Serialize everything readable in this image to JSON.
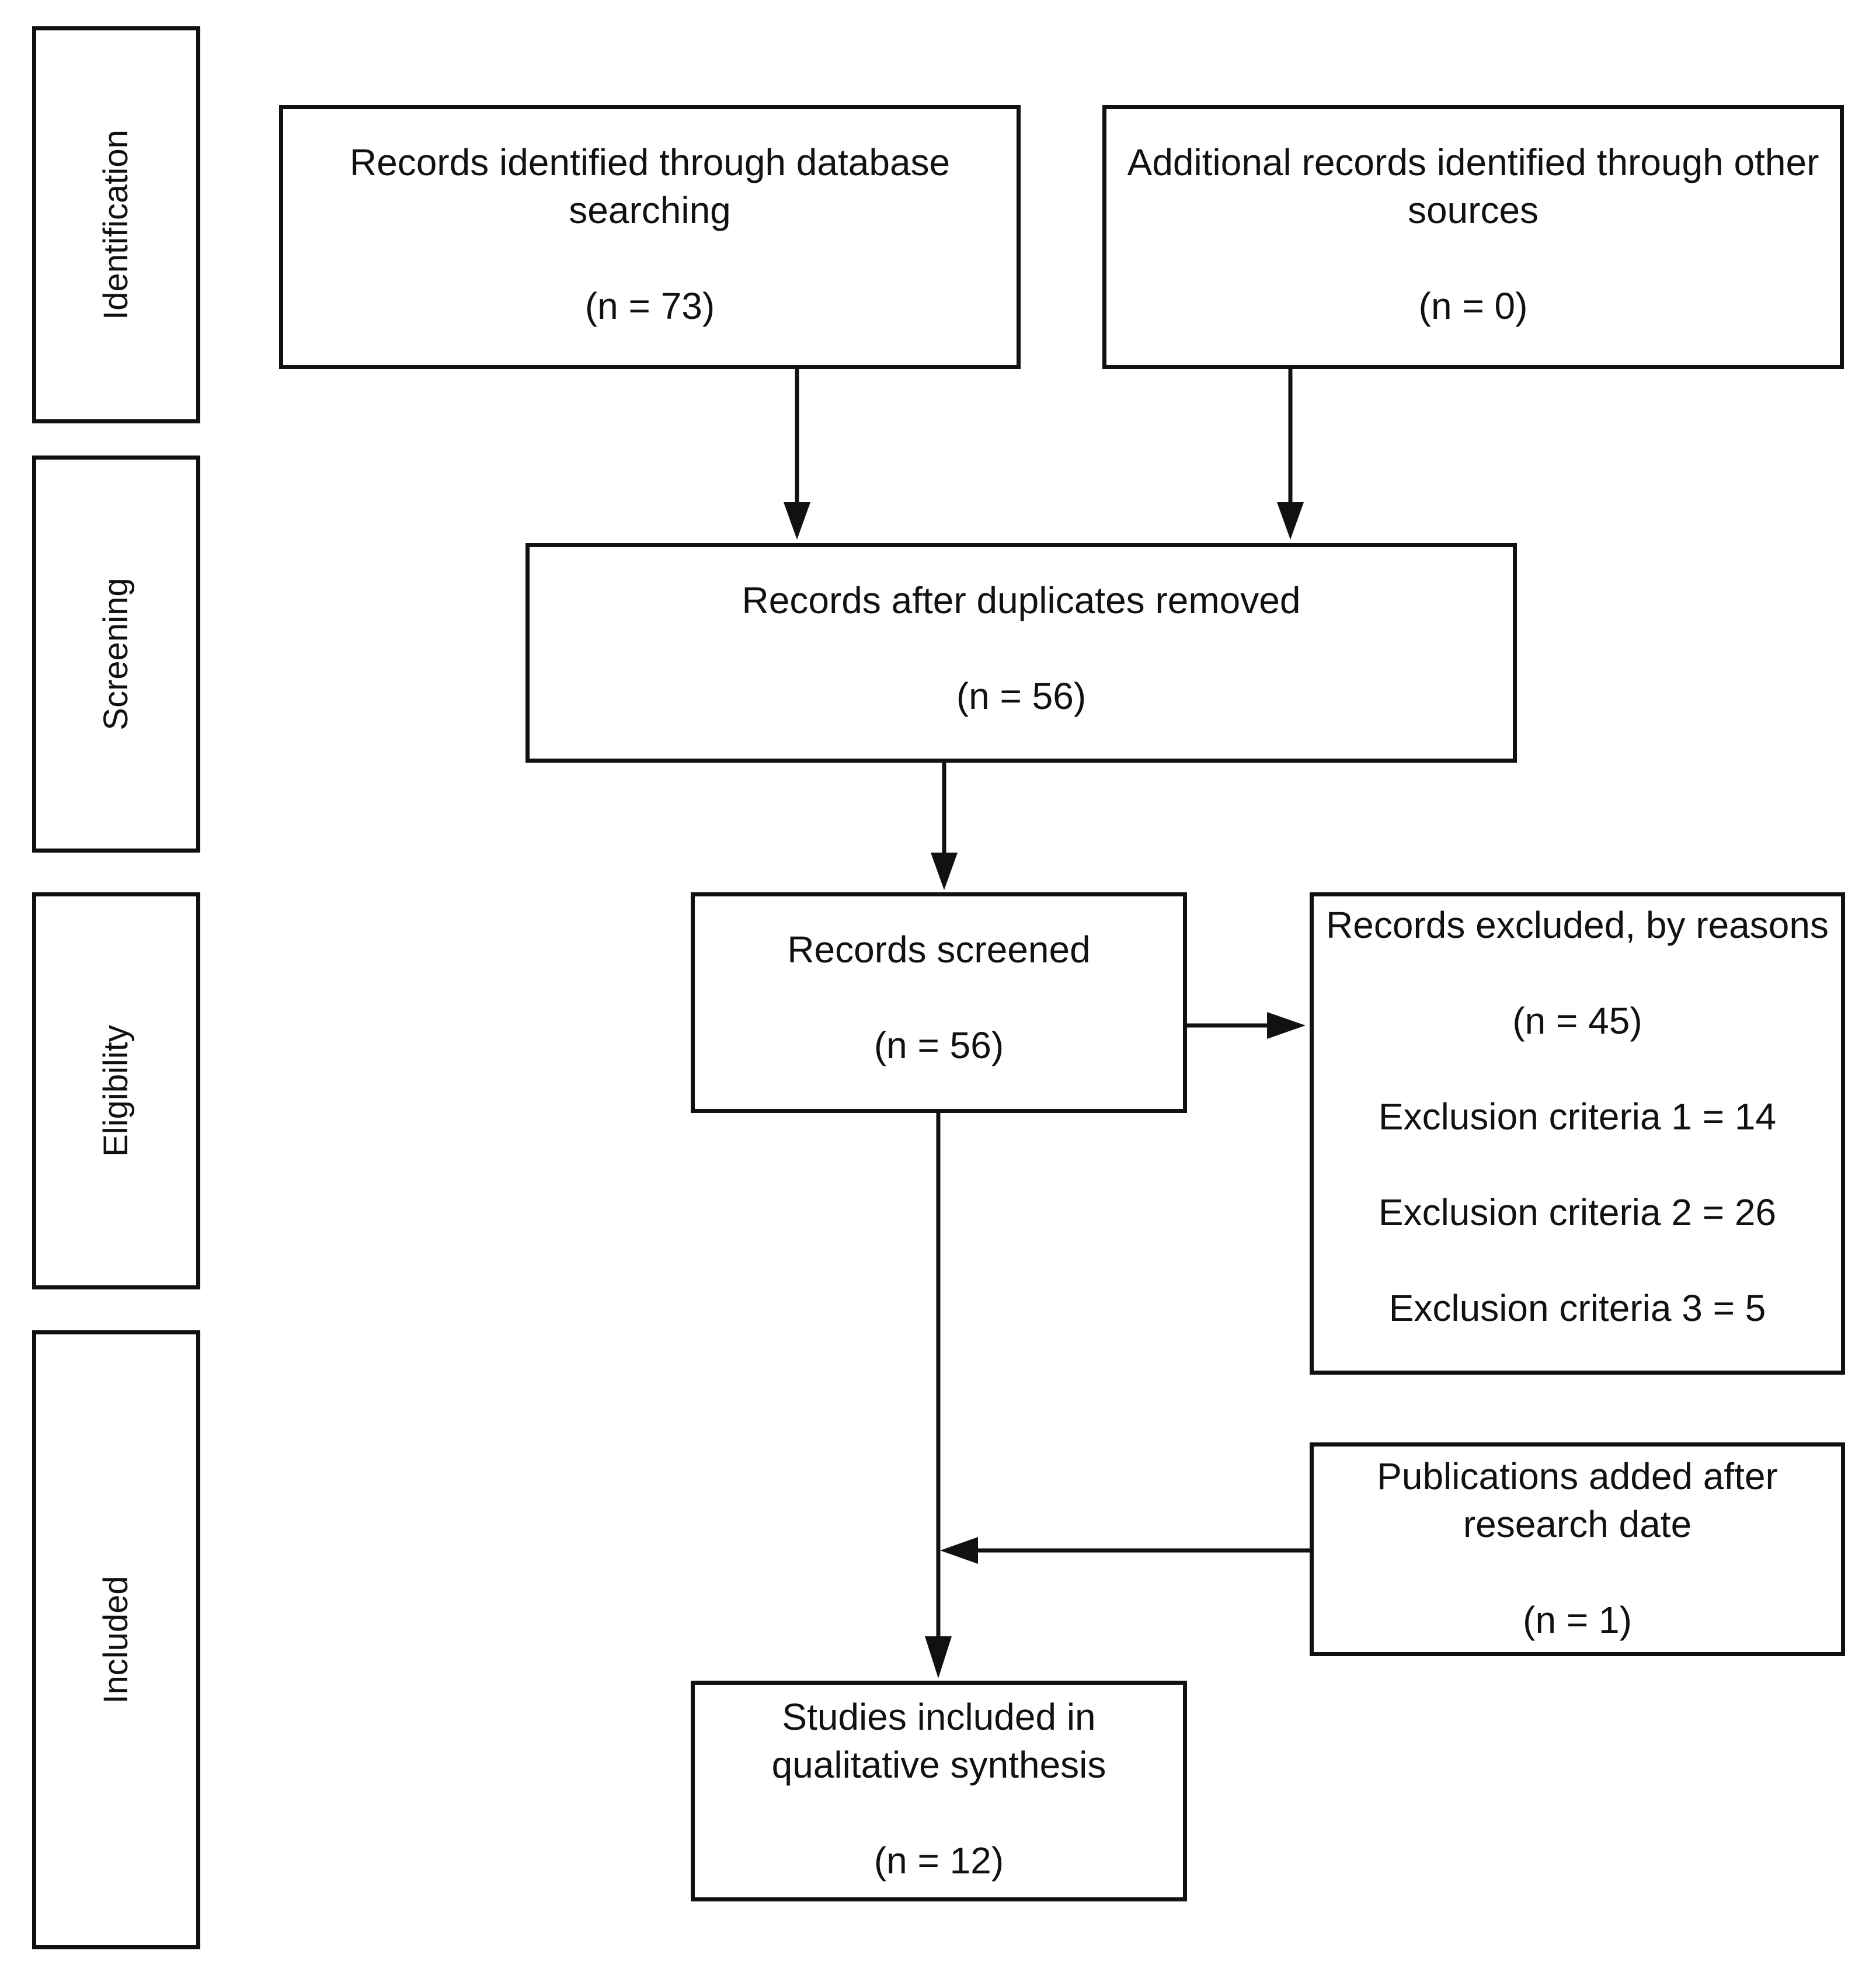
{
  "stages": [
    {
      "id": "identification",
      "label": "Identification"
    },
    {
      "id": "screening",
      "label": "Screening"
    },
    {
      "id": "eligibility",
      "label": "Eligibility"
    },
    {
      "id": "included",
      "label": "Included"
    }
  ],
  "boxes": {
    "database": {
      "title_line1": "Records identified through database",
      "title_line2": "searching",
      "count": "(n = 73)"
    },
    "other": {
      "title_line1": "Additional records identified through other",
      "title_line2": "sources",
      "count": "(n = 0)"
    },
    "deduplicated": {
      "title": "Records after duplicates removed",
      "count": "(n = 56)"
    },
    "screened": {
      "title": "Records screened",
      "count": "(n = 56)"
    },
    "excluded": {
      "title": "Records excluded, by reasons",
      "count": "(n = 45)",
      "reasons": [
        "Exclusion criteria 1 = 14",
        "Exclusion criteria 2 = 26",
        "Exclusion criteria 3 = 5"
      ]
    },
    "added": {
      "title_line1": "Publications added after",
      "title_line2": "research date",
      "count": "(n = 1)"
    },
    "included": {
      "title_line1": "Studies included in",
      "title_line2": "qualitative synthesis",
      "count": "(n = 12)"
    }
  },
  "colors": {
    "stroke": "#111111",
    "background": "#ffffff"
  }
}
